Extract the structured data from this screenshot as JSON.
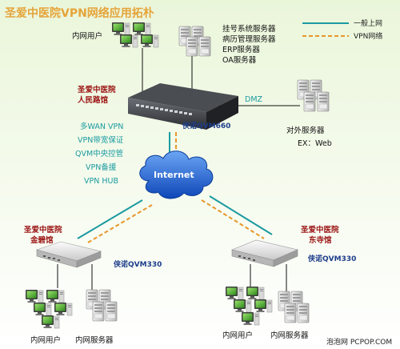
{
  "title": "圣爱中医院VPN网络应用拓朴",
  "legend": {
    "line_internet_label": "一般上网",
    "line_vpn_label": "VPN网络",
    "colors": {
      "internet": "#1a9aa0",
      "vpn": "#e8962a"
    }
  },
  "hq": {
    "site_line1": "圣爱中医院",
    "site_line2": "人民路馆",
    "device_label": "侠诺QVM660",
    "users_label": "内网用户",
    "servers": [
      "挂号系统服务器",
      "病历管理服务器",
      "ERP服务器",
      "OA服务器"
    ],
    "dmz_label": "DMZ",
    "external_server_label": "对外服务器",
    "external_server_example": "EX：Web"
  },
  "features": [
    "多WAN VPN",
    "VPN带宽保证",
    "QVM中央控管",
    "VPN备援",
    "VPN HUB"
  ],
  "cloud_label": "Internet",
  "branch_left": {
    "site_line1": "圣爱中医院",
    "site_line2": "金碧馆",
    "device_label": "侠诺QVM330",
    "users_label": "内网用户",
    "server_label": "内网服务器"
  },
  "branch_right": {
    "site_line1": "圣爱中医院",
    "site_line2": "东寺馆",
    "device_label": "侠诺QVM330",
    "users_label": "内网用户",
    "server_label": "内网服务器"
  },
  "watermark": "泡泡网 PCPOP.COM"
}
